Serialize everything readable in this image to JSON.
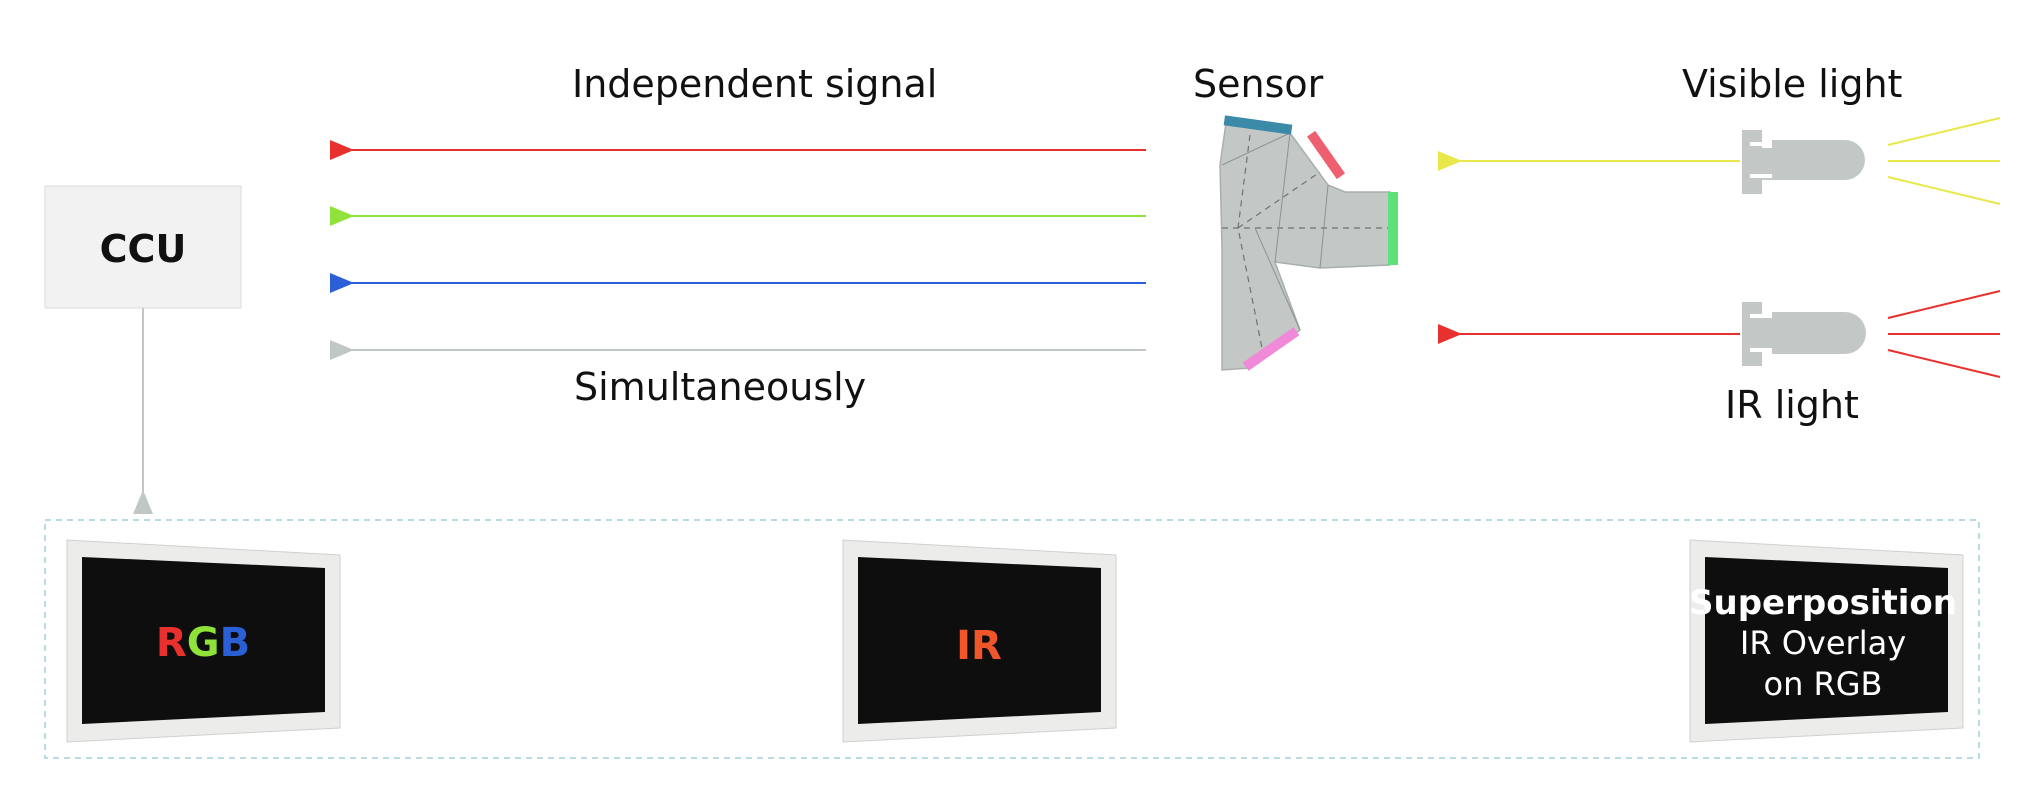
{
  "labels": {
    "independent_signal": "Independent signal",
    "simultaneously": "Simultaneously",
    "sensor": "Sensor",
    "visible_light": "Visible light",
    "ir_light": "IR light",
    "ccu": "CCU"
  },
  "monitors": {
    "rgb": {
      "r": "R",
      "g": "G",
      "b": "B"
    },
    "ir": "IR",
    "superposition": {
      "title": "Superposition",
      "line1": "IR Overlay",
      "line2": "on RGB"
    }
  },
  "colors": {
    "red": "#e8302e",
    "green": "#8fe23a",
    "blue": "#2b5fd6",
    "gray": "#c0c7c5",
    "yellow": "#e8e84a",
    "ir_text": "#f0562a",
    "prism": "#c3c8c6",
    "prism_teal": "#3a8aa8",
    "prism_coral": "#ee6070",
    "prism_green": "#5ee07a",
    "prism_pink": "#f08ad8",
    "panel_border": "#9fd0dc"
  }
}
